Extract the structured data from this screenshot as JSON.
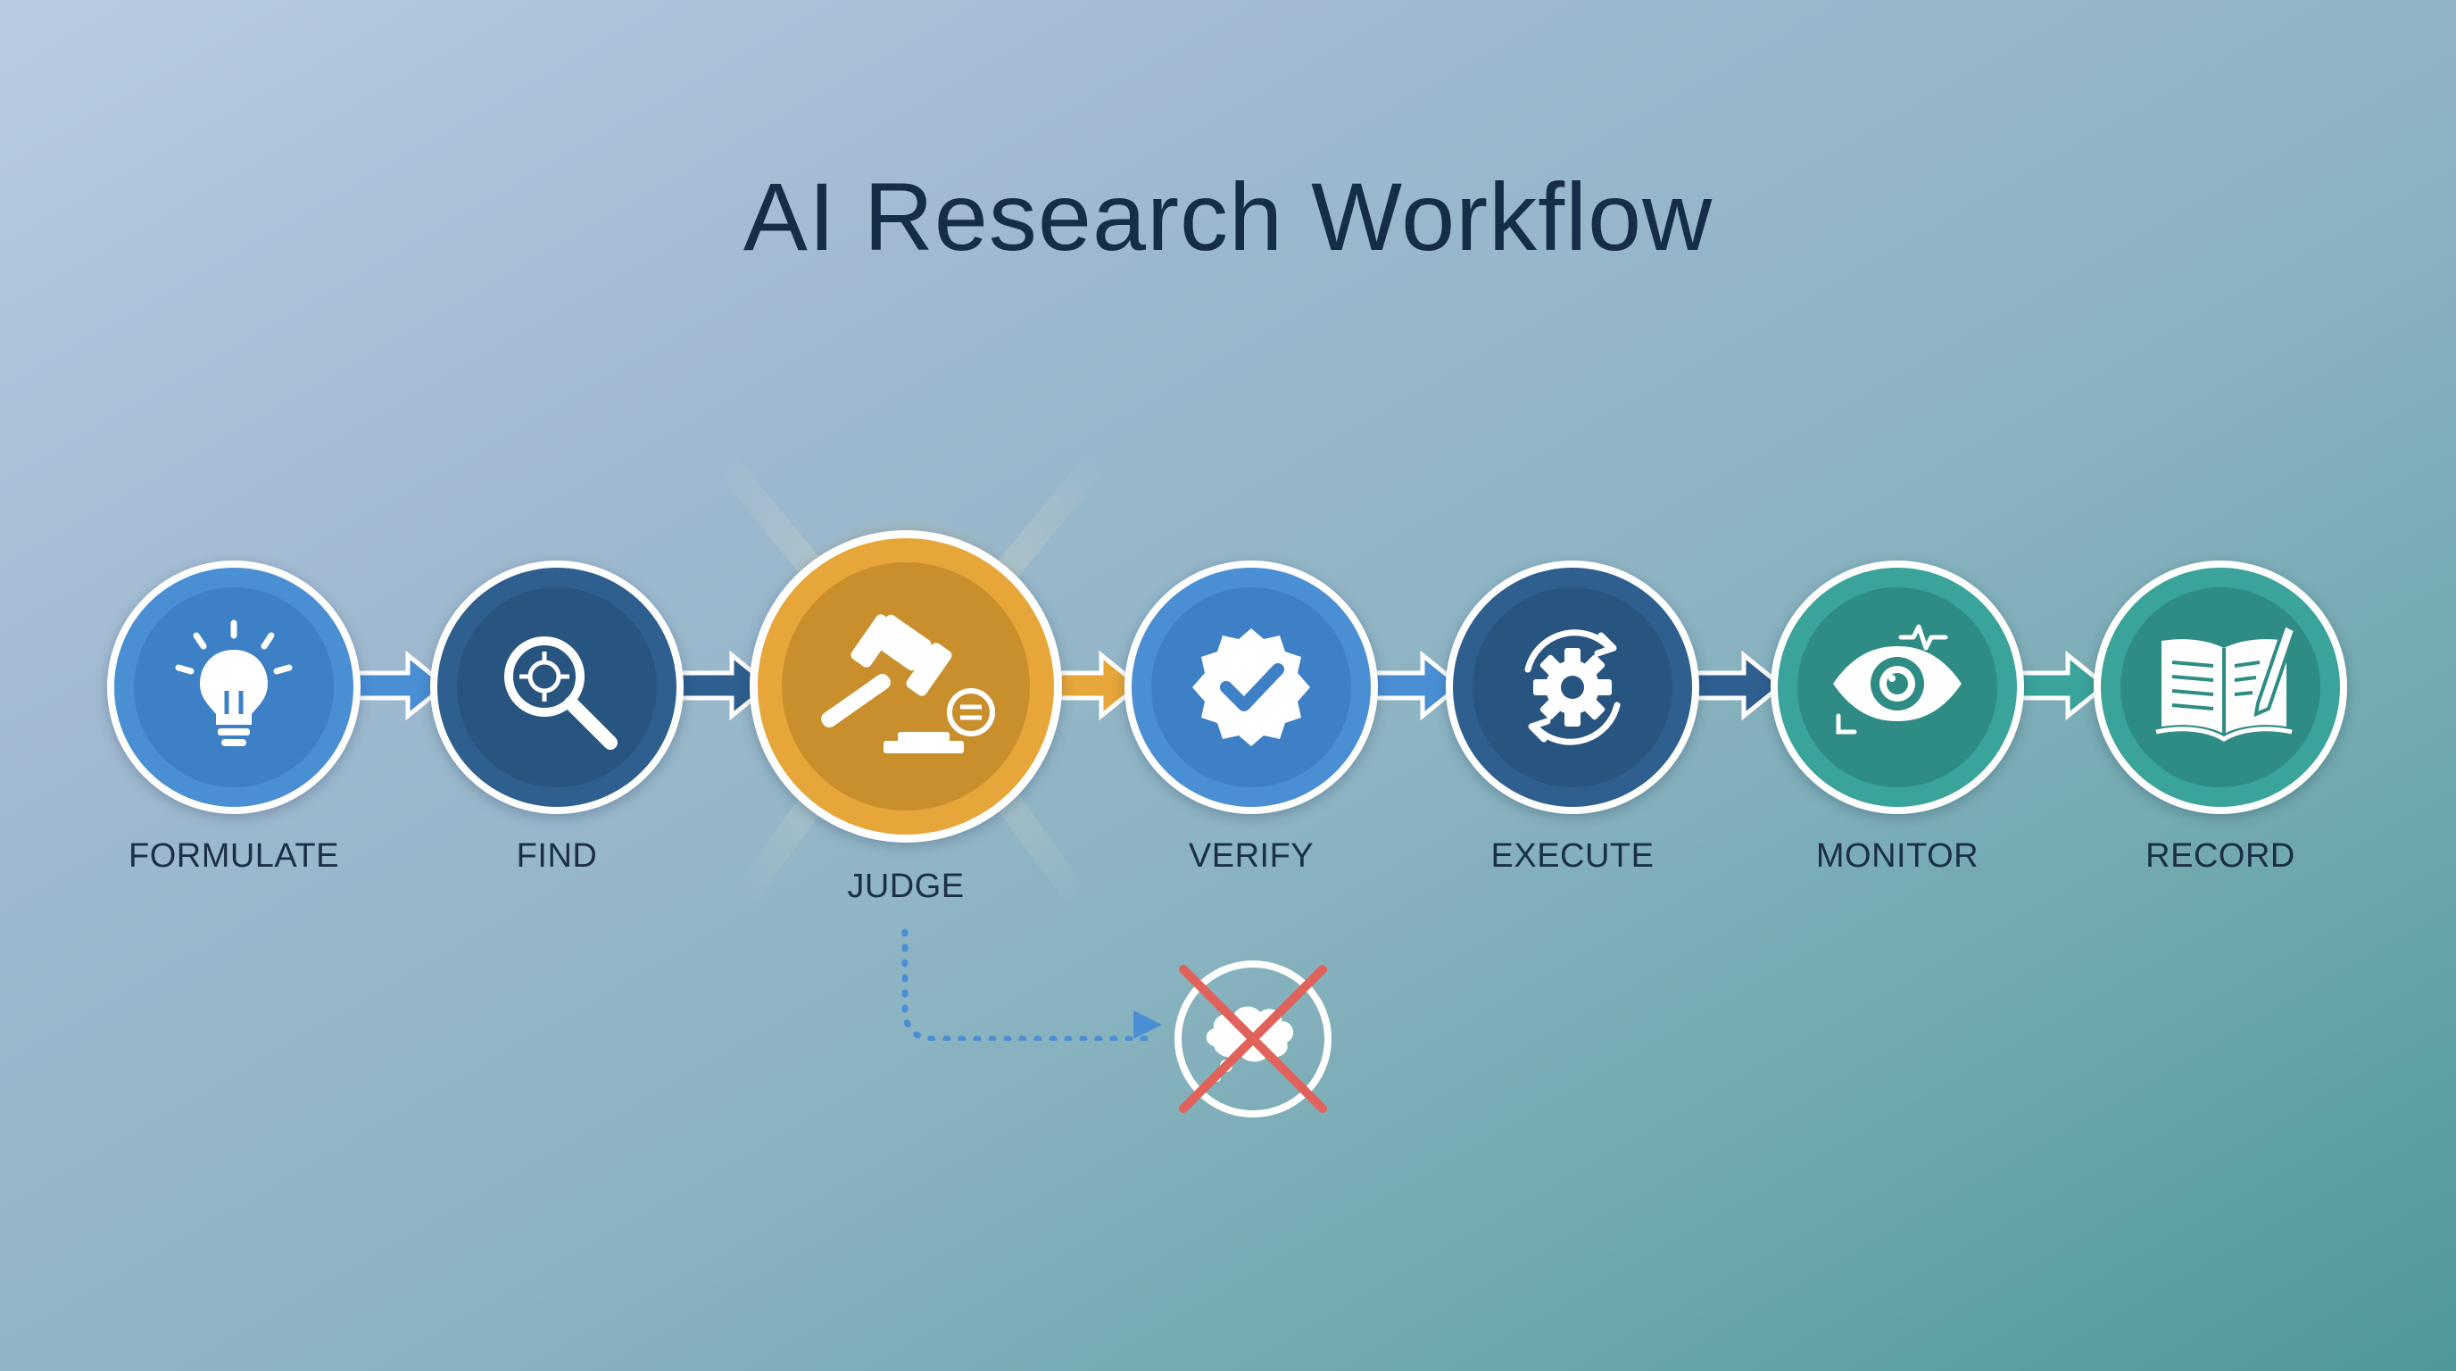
{
  "title": "AI Research Workflow",
  "steps": [
    {
      "label": "FORMULATE",
      "icon": "lightbulb-icon",
      "outer": "#4a8fd4",
      "inner": "#3d80c6",
      "highlighted": false
    },
    {
      "label": "FIND",
      "icon": "magnifier-target-icon",
      "outer": "#2f5f8f",
      "inner": "#285480",
      "highlighted": false
    },
    {
      "label": "JUDGE",
      "icon": "gavel-icon",
      "outer": "#e6a63a",
      "inner": "#c98f2c",
      "highlighted": true
    },
    {
      "label": "VERIFY",
      "icon": "verified-badge-icon",
      "outer": "#4a8fd4",
      "inner": "#3d80c6",
      "highlighted": false
    },
    {
      "label": "EXECUTE",
      "icon": "gear-cycle-icon",
      "outer": "#2f5f8f",
      "inner": "#285480",
      "highlighted": false
    },
    {
      "label": "MONITOR",
      "icon": "eye-pulse-icon",
      "outer": "#3aa39a",
      "inner": "#2e8c85",
      "highlighted": false
    },
    {
      "label": "RECORD",
      "icon": "open-book-pen-icon",
      "outer": "#3aa39a",
      "inner": "#2e8c85",
      "highlighted": false
    }
  ],
  "rejected_branch": {
    "icon": "crossed-out-brain-cloud-icon",
    "cross_color": "#e0625a",
    "connector": "dotted-arrow"
  },
  "colors": {
    "title": "#152d46",
    "label": "#1b2f45"
  }
}
